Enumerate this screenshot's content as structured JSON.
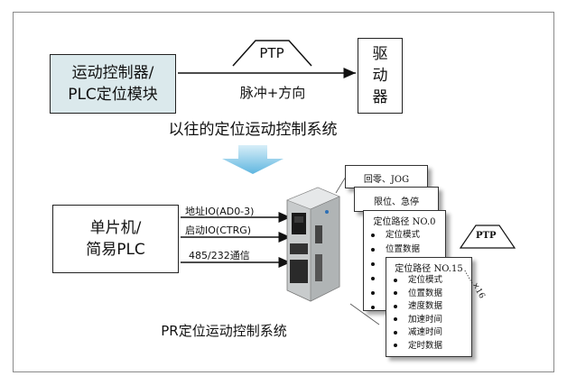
{
  "top": {
    "controller": {
      "line1": "运动控制器/",
      "line2": "PLC定位模块"
    },
    "ptp": "PTP",
    "signal": "脉冲+方向",
    "driver": {
      "c1": "驱",
      "c2": "动",
      "c3": "器"
    },
    "caption": "以往的定位运动控制系统"
  },
  "bottom": {
    "mcu": {
      "line1": "单片机/",
      "line2": "简易PLC"
    },
    "io_addr": "地址IO(AD0-3)",
    "io_start": "启动IO(CTRG)",
    "comm": "485/232通信",
    "caption": "PR定位运动控制系统",
    "ptp": "PTP",
    "count": "……×16"
  },
  "cards": {
    "home": "回零、JOG",
    "limit": "限位、急停",
    "path0": {
      "title": "定位路径 NO.0",
      "items": [
        "定位模式",
        "位置数据",
        "",
        "",
        "",
        ""
      ]
    },
    "path15": {
      "title": "定位路径 NO.15",
      "items": [
        "定位模式",
        "位置数据",
        "速度数据",
        "加速时间",
        "减速时间",
        "定时数据"
      ]
    }
  },
  "colors": {
    "shaded_box": "#dbe9ec",
    "down_arrow": "#7ec6e6"
  }
}
